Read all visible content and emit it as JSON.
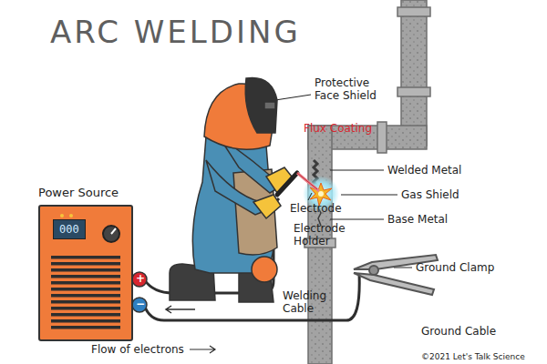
{
  "diagram": {
    "title": "ARC WELDING",
    "nodes": [
      {
        "text": [
          "Power Source",
          "000"
        ]
      }
    ],
    "labels": [
      "Protective Face Shield",
      "Flux Coating",
      "Welded Metal",
      "Electrode",
      "Gas Shield",
      "Electrode Holder",
      "Base Metal",
      "Ground Clamp",
      "Welding Cable",
      "Ground Cable",
      "Flow of electrons",
      "+",
      "−",
      "©2021 Let's Talk Science"
    ]
  }
}
